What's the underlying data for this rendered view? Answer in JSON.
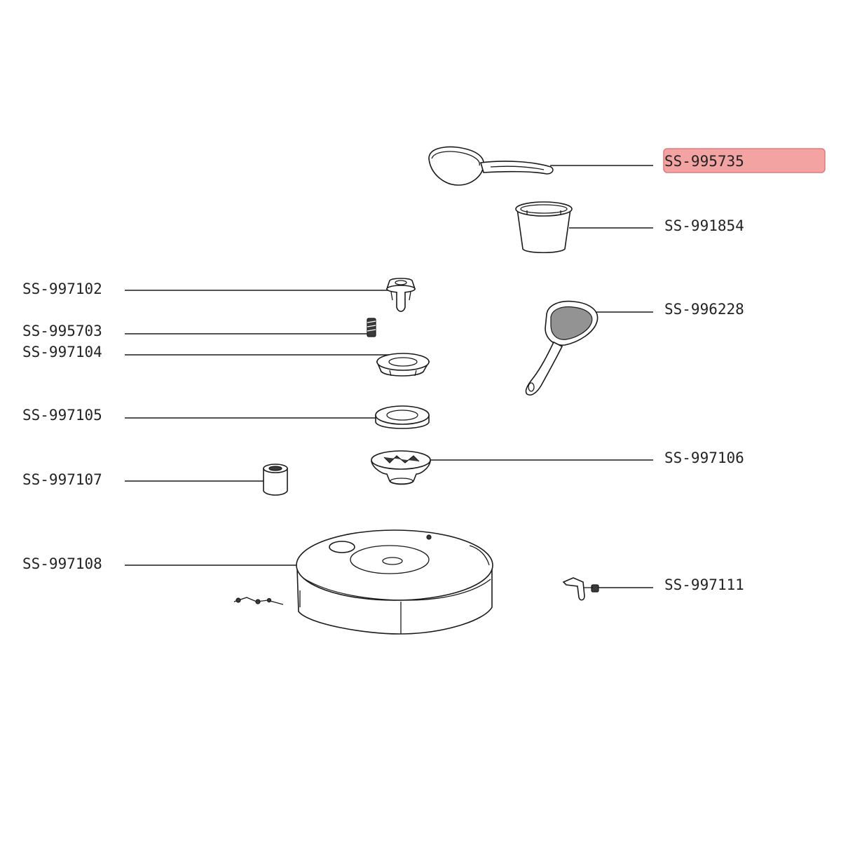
{
  "diagram": {
    "highlight_color": "#f4a3a3",
    "highlight_border": "#e07a7a",
    "parts": [
      {
        "id": "ss-995735",
        "label": "SS-995735",
        "name": "measuring-spoon",
        "highlighted": true
      },
      {
        "id": "ss-991854",
        "label": "SS-991854",
        "name": "measuring-cup",
        "highlighted": false
      },
      {
        "id": "ss-997102",
        "label": "SS-997102",
        "name": "valve-cap",
        "highlighted": false
      },
      {
        "id": "ss-996228",
        "label": "SS-996228",
        "name": "rice-paddle",
        "highlighted": false
      },
      {
        "id": "ss-995703",
        "label": "SS-995703",
        "name": "spring",
        "highlighted": false
      },
      {
        "id": "ss-997104",
        "label": "SS-997104",
        "name": "valve-cover",
        "highlighted": false
      },
      {
        "id": "ss-997105",
        "label": "SS-997105",
        "name": "seal-ring",
        "highlighted": false
      },
      {
        "id": "ss-997106",
        "label": "SS-997106",
        "name": "valve-body",
        "highlighted": false
      },
      {
        "id": "ss-997107",
        "label": "SS-997107",
        "name": "weight-cylinder",
        "highlighted": false
      },
      {
        "id": "ss-997108",
        "label": "SS-997108",
        "name": "lid-assembly",
        "highlighted": false
      },
      {
        "id": "ss-997111",
        "label": "SS-997111",
        "name": "hinge-clip",
        "highlighted": false
      }
    ]
  }
}
